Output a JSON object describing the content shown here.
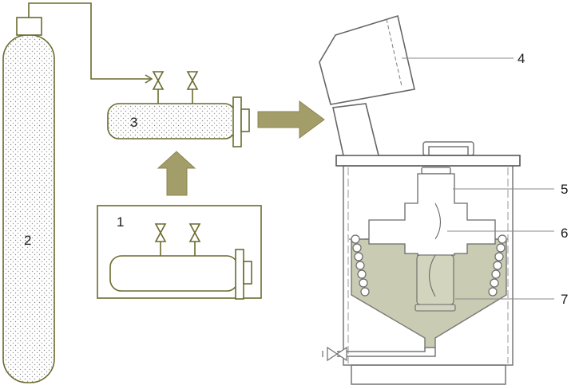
{
  "labels": {
    "cylinder": "2",
    "preparation_vessel": "1",
    "filled_vessel": "3",
    "container_lid": "4",
    "sample_holder": "5",
    "liquid_level": "6",
    "cooling_coil": "7"
  },
  "colors": {
    "outline": "#6b6a2e",
    "arrow_fill": "#a39d6a",
    "liquid": "#c9cbb2",
    "stipple": "#8a8a8a",
    "dewar_line": "#777777"
  },
  "icons": [
    "valve-icon",
    "flow-arrow-icon",
    "handle-icon",
    "drain-valve-icon"
  ]
}
